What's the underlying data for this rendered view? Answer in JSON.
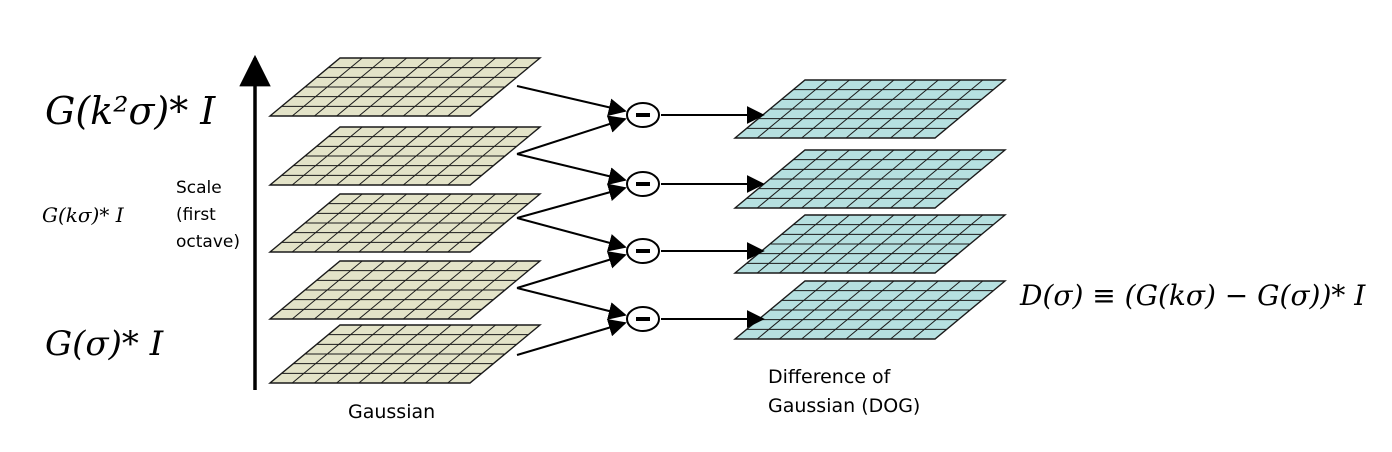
{
  "axis": {
    "label_lines": [
      "Scale",
      "(first",
      "octave)"
    ]
  },
  "formulas": {
    "top": "G(k²σ)* I",
    "middle": "G(kσ)* I",
    "bottom": "G(σ)* I",
    "dog": "D(σ) ≡ (G(kσ) − G(σ))* I"
  },
  "captions": {
    "gaussian": "Gaussian",
    "dog_line1": "Difference of",
    "dog_line2": "Gaussian (DOG)"
  },
  "operators": {
    "symbol": "−"
  },
  "stacks": {
    "gaussian_count": 5,
    "dog_count": 4,
    "grid_rows": 6,
    "grid_cols": 9
  },
  "colors": {
    "gaussian_fill": "#e3e3c8",
    "dog_fill": "#b6e0e0",
    "grid_stroke": "#1a1a1a",
    "arrow": "#000000"
  }
}
